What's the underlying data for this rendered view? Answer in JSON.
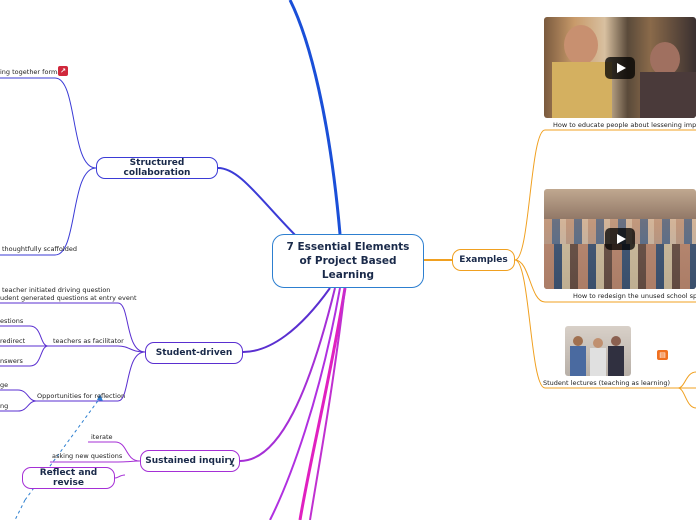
{
  "central_topic": "7 Essential Elements of Project Based Learning",
  "branches": {
    "structured_collaboration": {
      "label": "Structured collaboration",
      "children": [
        "ing together format",
        "thoughtfully scaffolded"
      ]
    },
    "student_driven": {
      "label": "Student-driven",
      "children": [
        "teacher initiated driving question",
        "udent generated questions at entry event",
        "teachers as facilitator",
        "Opportunities for reflection"
      ],
      "subchildren": [
        "estions",
        "redirect",
        "nswers",
        "ge",
        "ng"
      ]
    },
    "sustained_inquiry": {
      "label": "Sustained inquiry",
      "children": [
        "iterate",
        "asking new questions"
      ]
    },
    "reflect_and_revise": {
      "label": "Reflect and revise"
    },
    "examples": {
      "label": "Examples",
      "children": [
        "How to educate people about lessening impact on w",
        "How to redesign the unused school space?",
        "Student lectures (teaching as learning)"
      ]
    }
  },
  "colors": {
    "central": "#2d7fd0",
    "structured_collaboration": "#3b3bd6",
    "student_driven": "#5a2fd0",
    "sustained_inquiry": "#a52fd6",
    "examples": "#f0a020",
    "top_branch": "#1a4fd8",
    "bottom_branch": "#e020c0"
  },
  "icons": [
    "link-icon",
    "play-icon",
    "file-icon"
  ]
}
